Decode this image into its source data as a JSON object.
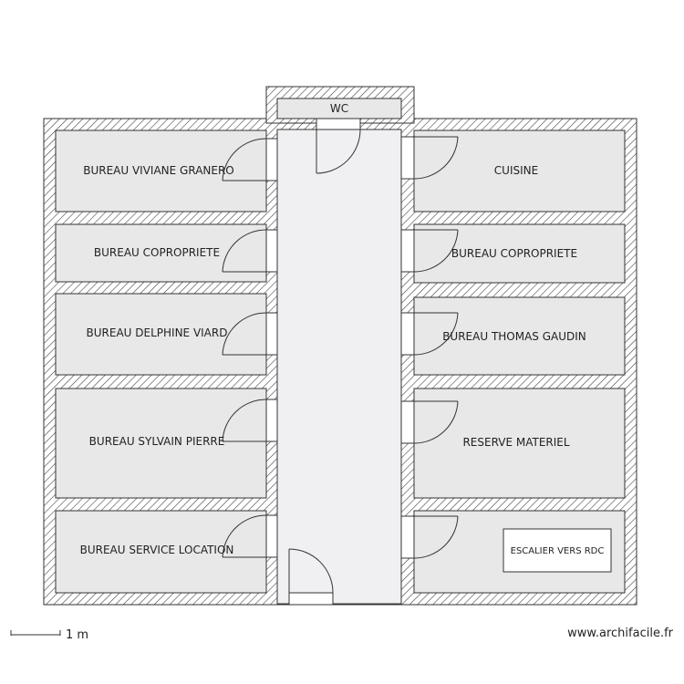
{
  "plan": {
    "rooms": {
      "wc": "WC",
      "left_1": "BUREAU VIVIANE GRANERO",
      "left_2": "BUREAU COPROPRIETE",
      "left_3": "BUREAU DELPHINE VIARD",
      "left_4": "BUREAU SYLVAIN PIERRE",
      "left_5": "BUREAU SERVICE LOCATION",
      "right_1": "CUISINE",
      "right_2": "BUREAU COPROPRIETE",
      "right_3": "BUREAU THOMAS GAUDIN",
      "right_4": "RESERVE MATERIEL",
      "right_5": "ESCALIER VERS RDC"
    },
    "colors": {
      "wall_stroke": "#333333",
      "room_fill": "#e8e8e8",
      "corridor_fill": "#f0f0f2",
      "door_fill": "#ffffff"
    }
  },
  "footer": {
    "scale_label": "1 m",
    "site": "www.archifacile.fr"
  }
}
